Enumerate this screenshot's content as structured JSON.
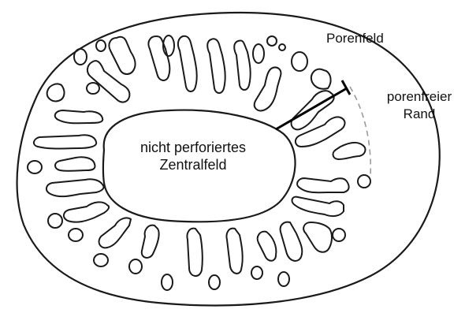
{
  "labels": {
    "center_line1": "nicht perforiertes",
    "center_line2": "Zentralfeld",
    "pore_field": "Porenfeld",
    "rim_line1": "porenfreier",
    "rim_line2": "Rand"
  },
  "colors": {
    "stroke": "#1a1a1a",
    "dashed_guide": "#9a9a9a",
    "background": "#ffffff"
  }
}
